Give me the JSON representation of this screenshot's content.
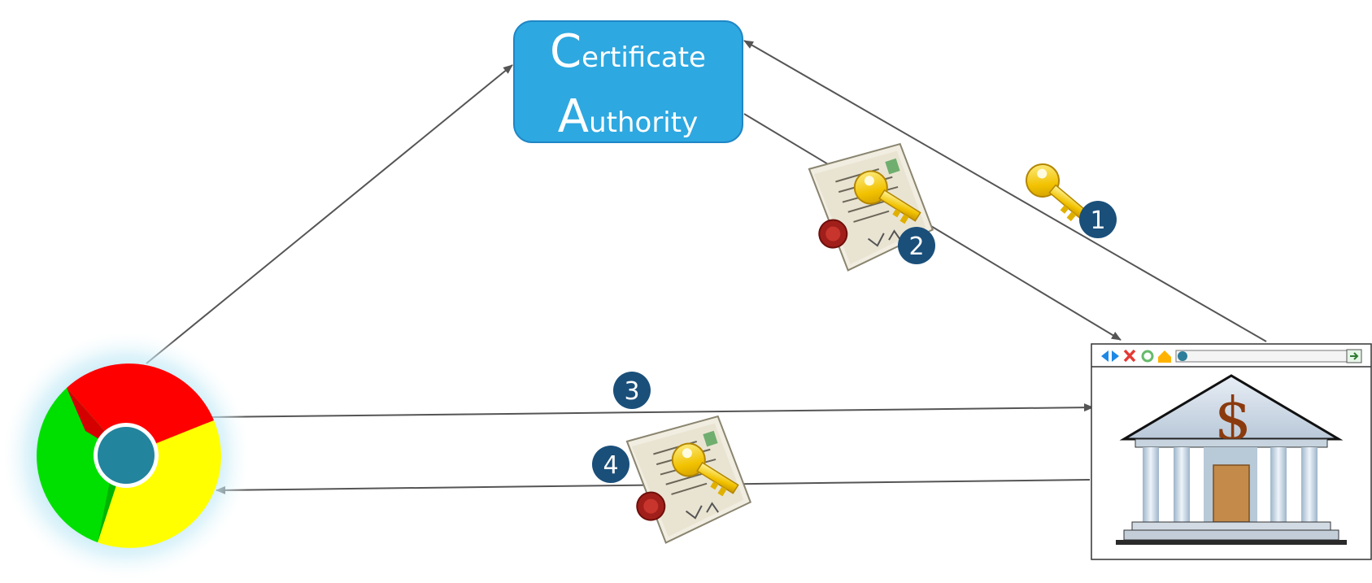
{
  "certificate_authority": {
    "line1_initial": "C",
    "line1_rest": "ertificate",
    "line2_initial": "A",
    "line2_rest": "uthority"
  },
  "steps": [
    {
      "number": "1",
      "icon": "key-icon"
    },
    {
      "number": "2",
      "icon": "certificate-icon"
    },
    {
      "number": "3",
      "icon": ""
    },
    {
      "number": "4",
      "icon": "certificate-icon"
    }
  ],
  "bank_symbol": "$",
  "colors": {
    "ca_box": "#2ea8e0",
    "badge": "#1a4f7a",
    "arrow": "#555555",
    "chrome_red": "#ff0000",
    "chrome_green": "#00e000",
    "chrome_yellow": "#ffff00",
    "chrome_center": "#23849e",
    "key_gold": "#f2c200",
    "bank_dollar": "#8b3a0e"
  }
}
